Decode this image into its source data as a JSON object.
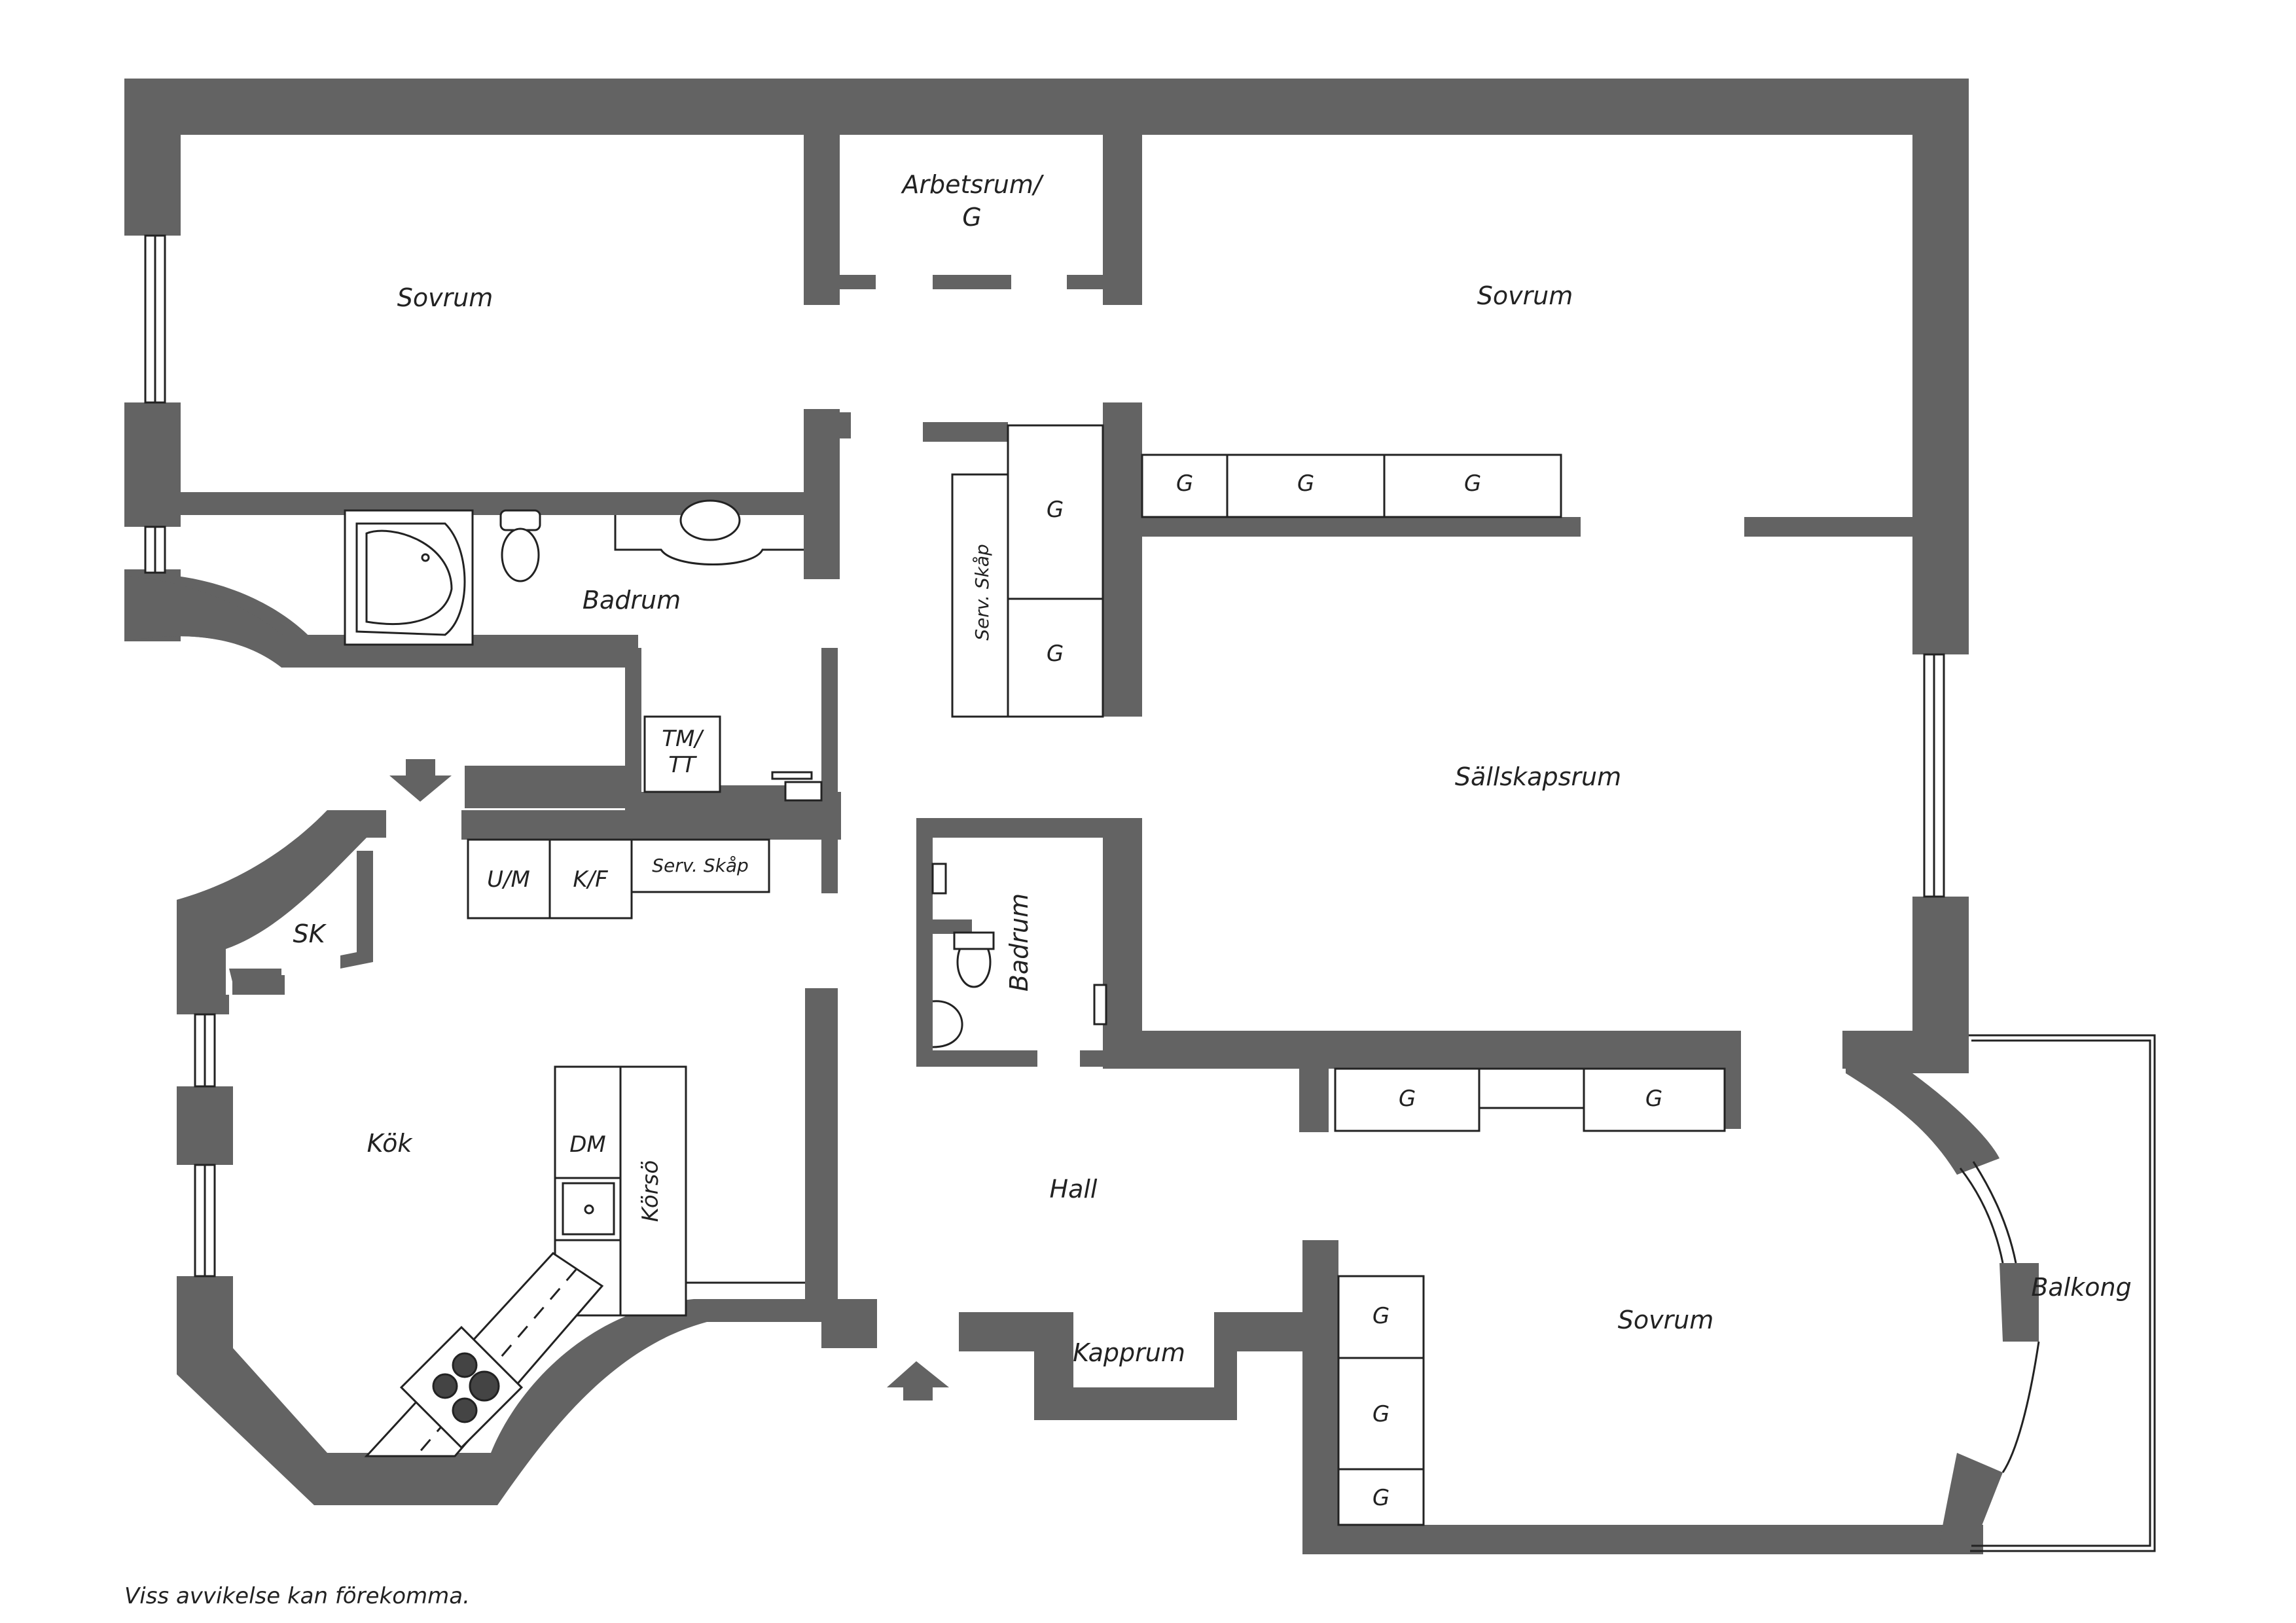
{
  "rooms": {
    "sovrum_top_left": "Sovrum",
    "arbetsrum": "Arbetsrum/",
    "arbetsrum_g": "G",
    "sovrum_top_right": "Sovrum",
    "badrum_main": "Badrum",
    "sallskapsrum": "Sällskapsrum",
    "badrum_small": "Badrum",
    "kok": "Kök",
    "hall": "Hall",
    "sovrum_bottom": "Sovrum",
    "balkong": "Balkong",
    "kapprum": "Kapprum",
    "sk": "SK"
  },
  "fixtures": {
    "tm_tt_1": "TM/",
    "tm_tt_2": "TT",
    "um": "U/M",
    "kf": "K/F",
    "serv_skap_kitchen": "Serv. Skåp",
    "serv_skap_hall": "Serv. Skåp",
    "dm": "DM",
    "korso": "Körsö",
    "wardrobe": "G"
  },
  "footer_note": "Viss avvikelse kan förekomma."
}
